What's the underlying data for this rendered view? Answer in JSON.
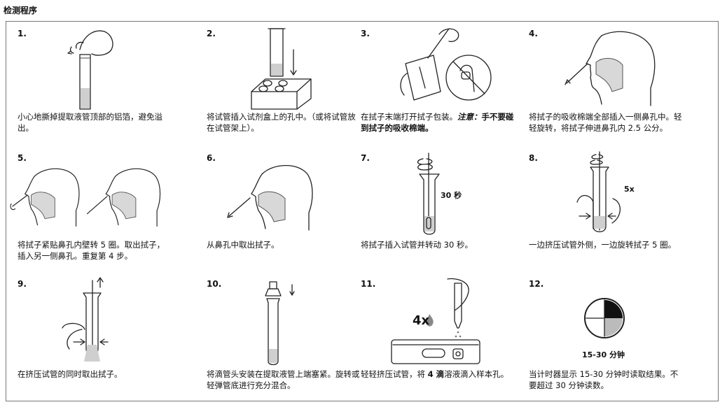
{
  "page_title": "检测程序",
  "steps": [
    {
      "num": "1.",
      "text": "小心地撕掉提取液管顶部的铝箔，避免溢出。"
    },
    {
      "num": "2.",
      "text": "将试管插入试剂盒上的孔中。（或将试管放在试管架上）。"
    },
    {
      "num": "3.",
      "text_a": "在拭子末端打开拭子包装。",
      "text_b": "注意：",
      "text_c": "手不要碰到拭子的吸收棉端。"
    },
    {
      "num": "4.",
      "text": "将拭子的吸收棉端全部插入一侧鼻孔中。轻轻旋转，将拭子伸进鼻孔内 2.5 公分。"
    },
    {
      "num": "5.",
      "text": "将拭子紧贴鼻孔内壁转 5 圈。取出拭子，插入另一侧鼻孔。重复第 4 步。"
    },
    {
      "num": "6.",
      "text": "从鼻孔中取出拭子。"
    },
    {
      "num": "7.",
      "text": "将拭子插入试管并转动 30 秒。",
      "label": "30 秒"
    },
    {
      "num": "8.",
      "text": "一边挤压试管外侧，一边旋转拭子 5 圈。",
      "label": "5x"
    },
    {
      "num": "9.",
      "text": "在挤压试管的同时取出拭子。"
    },
    {
      "num": "10.",
      "text": "将滴管头安装在提取液管上端塞紧。旋转或轻弹管底进行充分混合。"
    },
    {
      "num": "11.",
      "text_a": "轻轻挤压试管，将 ",
      "text_b": "4 滴",
      "text_c": "溶液滴入样本孔。",
      "label": "4x"
    },
    {
      "num": "12.",
      "text": "当计时器显示 15-30 分钟时读取结果。不要超过 30 分钟读数。",
      "label": "15-30 分钟"
    }
  ]
}
